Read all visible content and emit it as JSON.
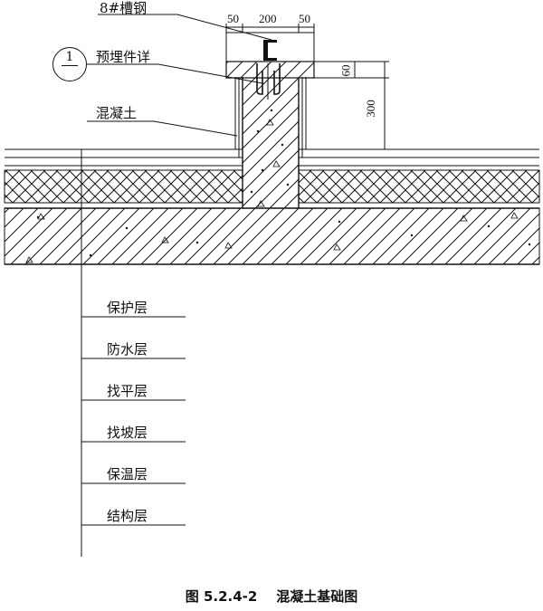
{
  "labels": {
    "channel_steel": "8#槽钢",
    "embedded_part": "预埋件详",
    "concrete": "混凝土",
    "detail_ref": "1"
  },
  "dimensions": {
    "left_margin": "50",
    "center_width": "200",
    "right_margin": "50",
    "cap_height": "60",
    "curb_height": "300"
  },
  "layers": [
    "保护层",
    "防水层",
    "找平层",
    "找坡层",
    "保温层",
    "结构层"
  ],
  "caption": {
    "figure_no": "图 5.2.4-2",
    "title": "混凝土基础图"
  }
}
